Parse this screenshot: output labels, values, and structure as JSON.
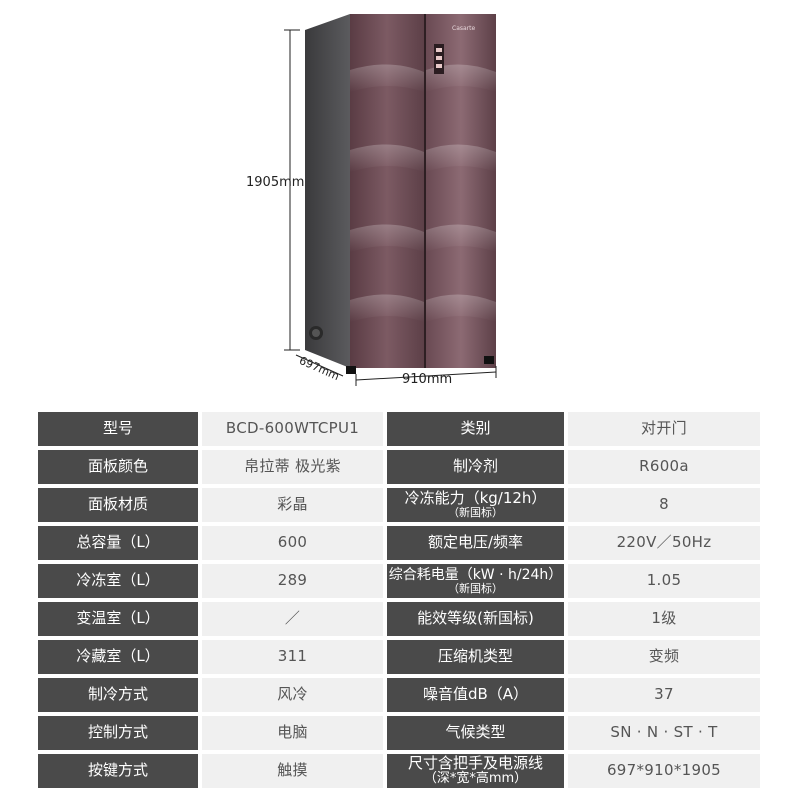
{
  "dimensions": {
    "height": "1905mm",
    "depth": "697mm",
    "width": "910mm"
  },
  "brand_logo": "Casarte",
  "rows": [
    {
      "k1": "型号",
      "v1": "BCD-600WTCPU1",
      "k2": "类别",
      "k2_sub": "",
      "v2": "对开门"
    },
    {
      "k1": "面板颜色",
      "v1": "帛拉蒂 极光紫",
      "k2": "制冷剂",
      "k2_sub": "",
      "v2": "R600a"
    },
    {
      "k1": "面板材质",
      "v1": "彩晶",
      "k2": "冷冻能力（kg/12h）",
      "k2_sub": "（新国标）",
      "v2": "8"
    },
    {
      "k1": "总容量（L）",
      "v1": "600",
      "k2": "额定电压/频率",
      "k2_sub": "",
      "v2": "220V／50Hz"
    },
    {
      "k1": "冷冻室（L）",
      "v1": "289",
      "k2": "综合耗电量（kW · h/24h）",
      "k2_sub": "（新国标）",
      "v2": "1.05"
    },
    {
      "k1": "变温室（L）",
      "v1": "／",
      "k2": "能效等级(新国标)",
      "k2_sub": "",
      "v2": "1级"
    },
    {
      "k1": "冷藏室（L）",
      "v1": "311",
      "k2": "压缩机类型",
      "k2_sub": "",
      "v2": "变频"
    },
    {
      "k1": "制冷方式",
      "v1": "风冷",
      "k2": "噪音值dB（A）",
      "k2_sub": "",
      "v2": "37"
    },
    {
      "k1": "控制方式",
      "v1": "电脑",
      "k2": "气候类型",
      "k2_sub": "",
      "v2": "SN · N · ST · T"
    },
    {
      "k1": "按键方式",
      "v1": "触摸",
      "k2": "尺寸含把手及电源线",
      "k2_sub": "（深*宽*高mm）",
      "v2": "697*910*1905"
    }
  ]
}
